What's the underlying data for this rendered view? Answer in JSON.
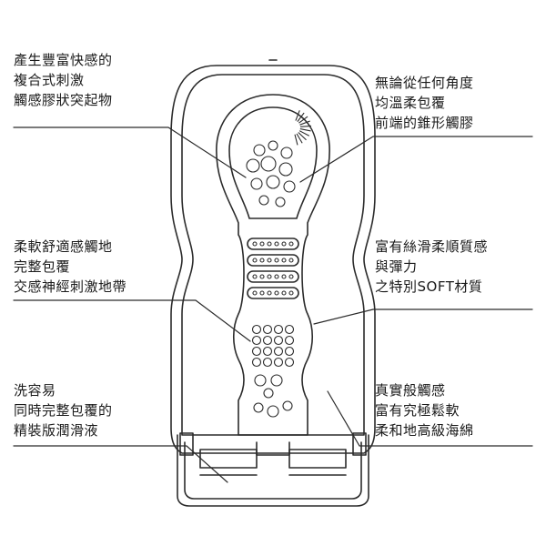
{
  "callouts": {
    "top_left": {
      "lines": [
        "產生豐富快感的",
        "複合式刺激",
        "觸感膠狀突起物"
      ]
    },
    "middle_left": {
      "lines": [
        "柔軟舒適感觸地",
        "完整包覆",
        "交感神經刺激地帶"
      ]
    },
    "bottom_left": {
      "lines": [
        "洗容易",
        "同時完整包覆的",
        "精裝版潤滑液"
      ]
    },
    "top_right": {
      "lines": [
        "無論從任何角度",
        "均溫柔包覆",
        "前端的錐形觸膠"
      ]
    },
    "middle_right": {
      "lines": [
        "富有絲滑柔順質感",
        "與彈力",
        "之特別SOFT材質"
      ]
    },
    "bottom_right": {
      "lines": [
        "真實般觸感",
        "富有究極鬆軟",
        "柔和地高級海綿"
      ]
    }
  },
  "colors": {
    "line": "#2b2b2b",
    "background": "#ffffff"
  }
}
